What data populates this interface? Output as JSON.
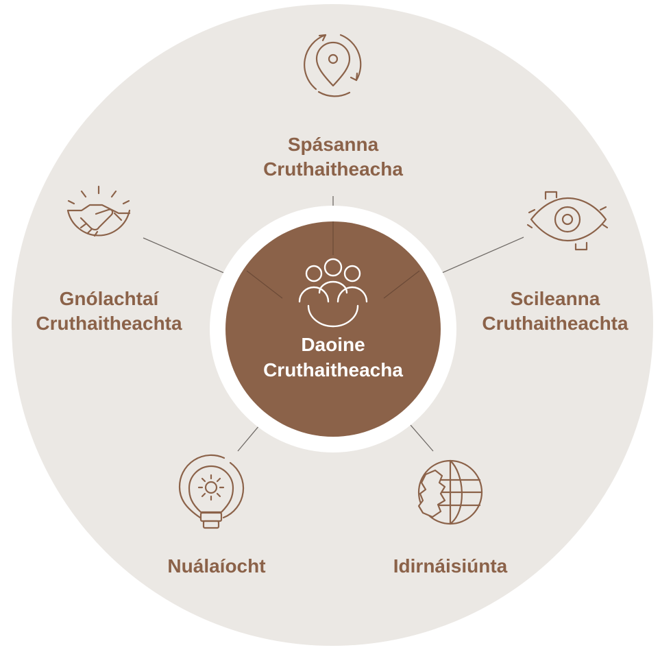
{
  "colors": {
    "background_disc": "#ebe8e4",
    "inner_ring": "#ffffff",
    "hub": "#8b6249",
    "accent": "#8b6249",
    "connector": "#6f6a66"
  },
  "center": {
    "icon": "people-group-icon",
    "line1": "Daoine",
    "line2": "Cruthaitheacha"
  },
  "nodes": [
    {
      "id": "spasanna",
      "icon": "location-pin-cycle-icon",
      "line1": "Spásanna",
      "line2": "Cruthaitheacha"
    },
    {
      "id": "scileanna",
      "icon": "eye-gear-icon",
      "line1": "Scileanna",
      "line2": "Cruthaitheachta"
    },
    {
      "id": "idirnaisiunta",
      "icon": "globe-ireland-icon",
      "line1": "Idirnáisiúnta",
      "line2": ""
    },
    {
      "id": "nualaiocht",
      "icon": "lightbulb-gear-icon",
      "line1": "Nuálaíocht",
      "line2": ""
    },
    {
      "id": "gnolachtai",
      "icon": "handshake-icon",
      "line1": "Gnólachtaí",
      "line2": "Cruthaitheachta"
    }
  ]
}
